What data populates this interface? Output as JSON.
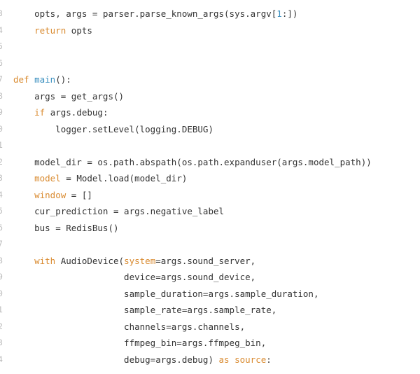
{
  "colors": {
    "background": "#ffffff",
    "text": "#333333",
    "keyword": "#d98a2f",
    "function": "#3a8fbf",
    "number": "#3a8fbf",
    "gutter": "#bdbdbd"
  },
  "lines": [
    {
      "num": "3",
      "tokens": [
        {
          "t": "    opts, args = parser.parse_known_args(sys.argv[",
          "c": "plain"
        },
        {
          "t": "1",
          "c": "num"
        },
        {
          "t": ":])",
          "c": "plain"
        }
      ]
    },
    {
      "num": "4",
      "tokens": [
        {
          "t": "    ",
          "c": "plain"
        },
        {
          "t": "return",
          "c": "kw"
        },
        {
          "t": " opts",
          "c": "plain"
        }
      ]
    },
    {
      "num": "5",
      "tokens": []
    },
    {
      "num": "6",
      "tokens": []
    },
    {
      "num": "7",
      "tokens": [
        {
          "t": "def",
          "c": "kw"
        },
        {
          "t": " ",
          "c": "plain"
        },
        {
          "t": "main",
          "c": "fn"
        },
        {
          "t": "():",
          "c": "plain"
        }
      ]
    },
    {
      "num": "8",
      "tokens": [
        {
          "t": "    args = get_args()",
          "c": "plain"
        }
      ]
    },
    {
      "num": "9",
      "tokens": [
        {
          "t": "    ",
          "c": "plain"
        },
        {
          "t": "if",
          "c": "kw"
        },
        {
          "t": " args.debug:",
          "c": "plain"
        }
      ]
    },
    {
      "num": "0",
      "tokens": [
        {
          "t": "        logger.setLevel(logging.DEBUG)",
          "c": "plain"
        }
      ]
    },
    {
      "num": "1",
      "tokens": []
    },
    {
      "num": "2",
      "tokens": [
        {
          "t": "    model_dir = os.path.abspath(os.path.expanduser(args.model_path))",
          "c": "plain"
        }
      ]
    },
    {
      "num": "3",
      "tokens": [
        {
          "t": "    ",
          "c": "plain"
        },
        {
          "t": "model",
          "c": "kw"
        },
        {
          "t": " = Model.load(model_dir)",
          "c": "plain"
        }
      ]
    },
    {
      "num": "4",
      "tokens": [
        {
          "t": "    ",
          "c": "plain"
        },
        {
          "t": "window",
          "c": "kw"
        },
        {
          "t": " = []",
          "c": "plain"
        }
      ]
    },
    {
      "num": "5",
      "tokens": [
        {
          "t": "    cur_prediction = args.negative_label",
          "c": "plain"
        }
      ]
    },
    {
      "num": "6",
      "tokens": [
        {
          "t": "    bus = RedisBus()",
          "c": "plain"
        }
      ]
    },
    {
      "num": "7",
      "tokens": []
    },
    {
      "num": "8",
      "tokens": [
        {
          "t": "    ",
          "c": "plain"
        },
        {
          "t": "with",
          "c": "kw"
        },
        {
          "t": " AudioDevice(",
          "c": "plain"
        },
        {
          "t": "system",
          "c": "kw"
        },
        {
          "t": "=args.sound_server,",
          "c": "plain"
        }
      ]
    },
    {
      "num": "9",
      "tokens": [
        {
          "t": "                     device=args.sound_device,",
          "c": "plain"
        }
      ]
    },
    {
      "num": "0",
      "tokens": [
        {
          "t": "                     sample_duration=args.sample_duration,",
          "c": "plain"
        }
      ]
    },
    {
      "num": "1",
      "tokens": [
        {
          "t": "                     sample_rate=args.sample_rate,",
          "c": "plain"
        }
      ]
    },
    {
      "num": "2",
      "tokens": [
        {
          "t": "                     channels=args.channels,",
          "c": "plain"
        }
      ]
    },
    {
      "num": "3",
      "tokens": [
        {
          "t": "                     ffmpeg_bin=args.ffmpeg_bin,",
          "c": "plain"
        }
      ]
    },
    {
      "num": "4",
      "tokens": [
        {
          "t": "                     debug=args.debug) ",
          "c": "plain"
        },
        {
          "t": "as",
          "c": "kw"
        },
        {
          "t": " ",
          "c": "plain"
        },
        {
          "t": "source",
          "c": "kw"
        },
        {
          "t": ":",
          "c": "plain"
        }
      ]
    }
  ]
}
